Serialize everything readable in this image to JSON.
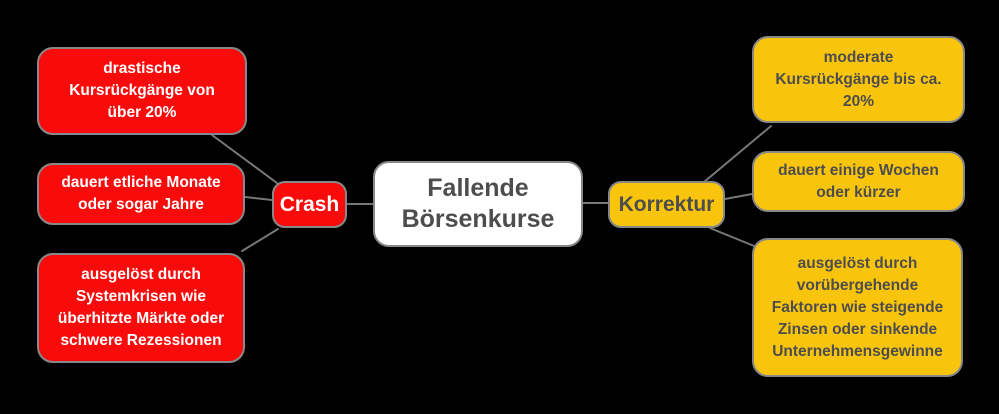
{
  "colors": {
    "background": "#000000",
    "red": "#f90b0b",
    "yellow": "#f9c40c",
    "node_white": "#ffffff",
    "border_gray": "#888888",
    "edge_gray": "#777777",
    "text_dark": "#4d4d4d",
    "text_white": "#ffffff"
  },
  "root": {
    "label": "Fallende\nBörsenkurse"
  },
  "branches": {
    "crash": {
      "label": "Crash",
      "children": [
        {
          "text": "drastische\nKursrückgänge von\nüber 20%"
        },
        {
          "text": "dauert etliche Monate\noder sogar Jahre"
        },
        {
          "text": "ausgelöst durch\nSystemkrisen wie\nüberhitzte Märkte oder\nschwere Rezessionen"
        }
      ]
    },
    "korrektur": {
      "label": "Korrektur",
      "children": [
        {
          "text": "moderate\nKursrückgänge bis ca.\n20%"
        },
        {
          "text": "dauert einige Wochen\noder kürzer"
        },
        {
          "text": "ausgelöst durch\nvorübergehende\nFaktoren wie steigende\nZinsen oder sinkende\nUnternehmensgewinne"
        }
      ]
    }
  }
}
